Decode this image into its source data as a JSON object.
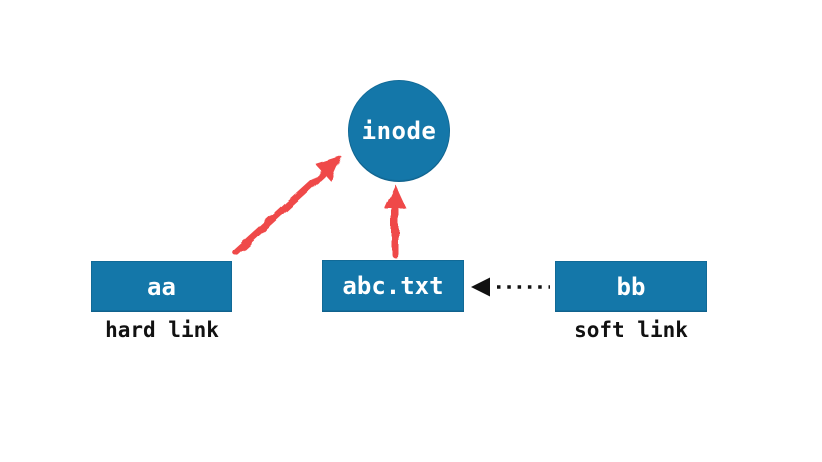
{
  "diagram": {
    "inode": {
      "label": "inode"
    },
    "nodes": [
      {
        "id": "aa",
        "label": "aa"
      },
      {
        "id": "abc",
        "label": "abc.txt"
      },
      {
        "id": "bb",
        "label": "bb"
      }
    ],
    "captions": [
      {
        "text": "hard link"
      },
      {
        "text": "soft link"
      }
    ],
    "arrows": [
      {
        "name": "hard-link-arrow-aa",
        "from": "aa",
        "to": "inode",
        "style": "solid-red"
      },
      {
        "name": "hard-link-arrow-abc",
        "from": "abc.txt",
        "to": "inode",
        "style": "solid-red"
      },
      {
        "name": "soft-link-arrow",
        "from": "bb",
        "to": "abc.txt",
        "style": "dotted-black"
      }
    ],
    "colors": {
      "background": "#ffffff",
      "node_blue": "#1477a9",
      "node_text": "#ffffff",
      "caption_text": "#111111",
      "hard_link_arrow_red": "#ef4a4a",
      "soft_link_arrow_black": "#111111"
    }
  }
}
